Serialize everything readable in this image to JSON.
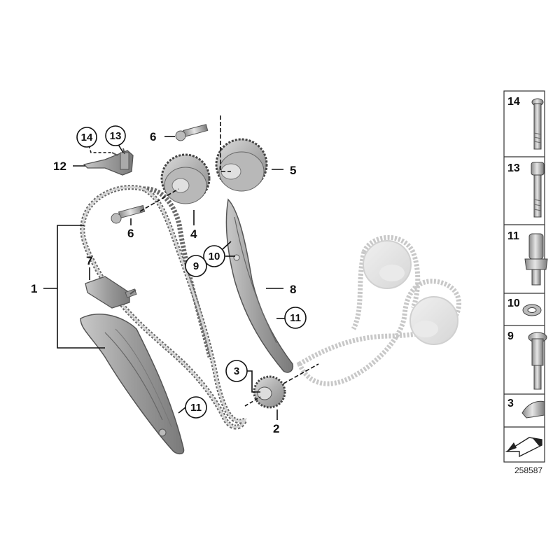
{
  "doc_id": "258587",
  "callouts": {
    "c1": "1",
    "c2": "2",
    "c3": "3",
    "c4": "4",
    "c5": "5",
    "c6a": "6",
    "c6b": "6",
    "c7": "7",
    "c8": "8",
    "c9": "9",
    "c10": "10",
    "c11a": "11",
    "c11b": "11",
    "c12": "12",
    "c13": "13",
    "c14": "14"
  },
  "legend": {
    "items": [
      {
        "number": "14"
      },
      {
        "number": "13"
      },
      {
        "number": "11"
      },
      {
        "number": "10"
      },
      {
        "number": "9"
      },
      {
        "number": "3"
      }
    ]
  }
}
